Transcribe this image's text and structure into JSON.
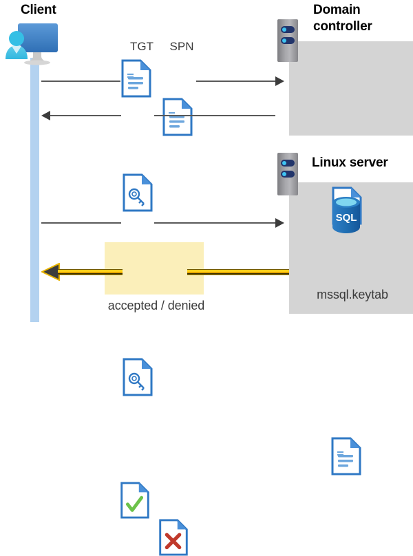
{
  "diagram": {
    "title_client": "Client",
    "title_domain_controller": "Domain\ncontroller",
    "domain_controller_line1": "Domain",
    "domain_controller_line2": "controller",
    "title_linux_server": "Linux server",
    "label_tgt": "TGT",
    "label_spn": "SPN",
    "label_keytab": "mssql.keytab",
    "label_result": "accepted / denied",
    "label_sql": "SQL"
  },
  "icons": {
    "client": "user-computer-icon",
    "server_rack_dc": "server-rack-icon",
    "server_rack_linux": "server-rack-icon",
    "tgt_doc": "document-icon",
    "spn_doc": "document-icon",
    "ticket_key_doc": "document-key-icon",
    "request_key_doc": "document-key-search-icon",
    "certificate": "certificate-document-icon",
    "database": "sql-database-icon",
    "keytab_doc": "document-icon",
    "accepted_doc": "document-check-icon",
    "denied_doc": "document-cross-icon"
  },
  "colors": {
    "lifeline": "#b3d2f0",
    "panel": "#d4d4d4",
    "highlight": "#fbefba",
    "gold_arrow": "#ffd21a",
    "doc_blue": "#2f78c4",
    "accent_check": "#6cc24a",
    "accent_cross": "#c0392b",
    "db_blue": "#1b63a8",
    "line": "#595959"
  },
  "flows": [
    {
      "name": "tgt-spn-request",
      "direction": "right",
      "from": "client",
      "to": "domain-controller"
    },
    {
      "name": "ticket-response",
      "direction": "left",
      "from": "domain-controller",
      "to": "client"
    },
    {
      "name": "service-ticket-request",
      "direction": "right",
      "from": "client",
      "to": "linux-server"
    },
    {
      "name": "auth-result",
      "direction": "left",
      "from": "linux-server",
      "to": "client"
    }
  ]
}
